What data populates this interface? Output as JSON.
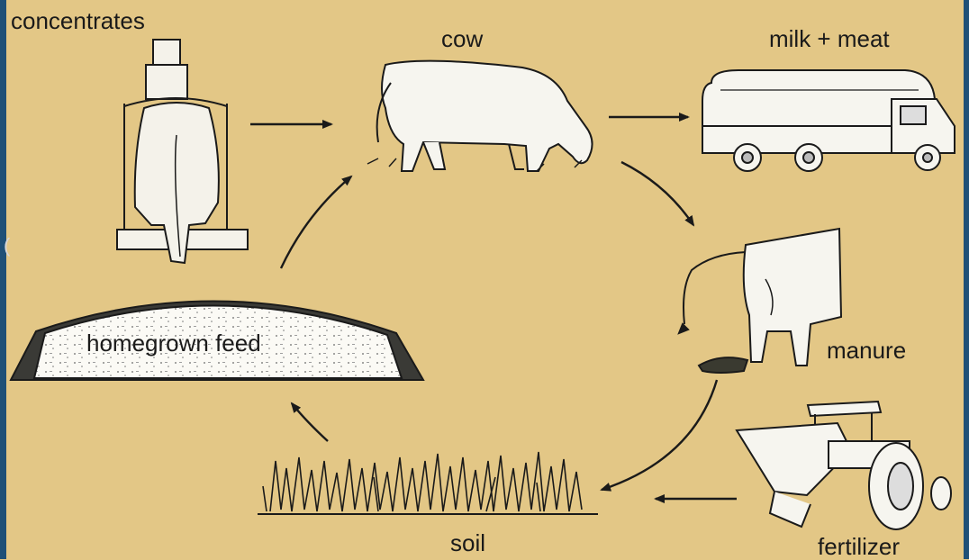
{
  "colors": {
    "background": "#e3c786",
    "frame": "#1f5077",
    "ink": "#1a1a1a"
  },
  "labels": {
    "concentrates": "concentrates",
    "cow": "cow",
    "milk_meat": "milk + meat",
    "manure": "manure",
    "fertilizer": "fertilizer",
    "soil": "soil",
    "homegrown_feed": "homegrown feed"
  },
  "edge_glyph": "("
}
